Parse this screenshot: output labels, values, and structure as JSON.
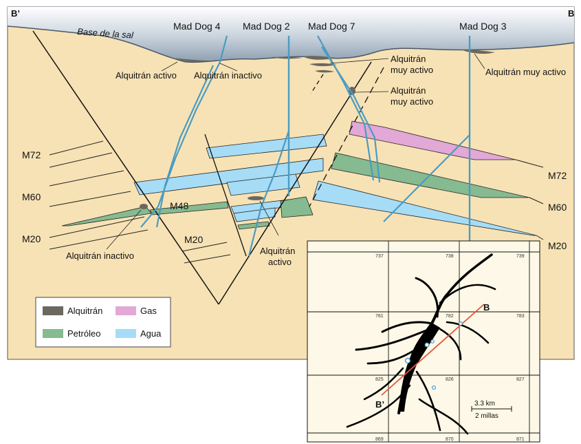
{
  "corners": {
    "left": "B’",
    "right": "B"
  },
  "salt_label": "Base de la sal",
  "wells": [
    "Mad Dog 4",
    "Mad Dog 2",
    "Mad Dog 7",
    "Mad Dog 3"
  ],
  "horizons": {
    "left": [
      "M72",
      "M60",
      "M20"
    ],
    "right": [
      "M72",
      "M60",
      "M20"
    ],
    "inner": [
      "M48",
      "M20"
    ]
  },
  "tar_labels": {
    "active_left": "Alquitrán activo",
    "inactive_top": "Alquitrán inactivo",
    "very_active_1_l1": "Alquitrán",
    "very_active_1_l2": "muy activo",
    "very_active_2_l1": "Alquitrán",
    "very_active_2_l2": "muy activo",
    "very_active_right": "Alquitrán muy activo",
    "inactive_bottom": "Alquitrán inactivo",
    "active_bottom_l1": "Alquitrán",
    "active_bottom_l2": "activo"
  },
  "legend": {
    "tar": "Alquitrán",
    "gas": "Gas",
    "oil": "Petróleo",
    "water": "Agua"
  },
  "colors": {
    "sediment": "#f7e2b5",
    "salt_top": "#9eaebd",
    "water": "#a6dcf6",
    "oil": "#86ba90",
    "gas": "#e2a8d6",
    "tar": "#6b6860",
    "well": "#4b9bc1",
    "map_bg": "#fdf8e7",
    "section_line": "#e2583c"
  },
  "map": {
    "blocks": [
      "737",
      "738",
      "739",
      "781",
      "782",
      "783",
      "825",
      "826",
      "827",
      "869",
      "870",
      "871"
    ],
    "b_label": "B",
    "bprime_label": "B’",
    "scale_km": "3.3 km",
    "scale_mi": "2 millas"
  }
}
